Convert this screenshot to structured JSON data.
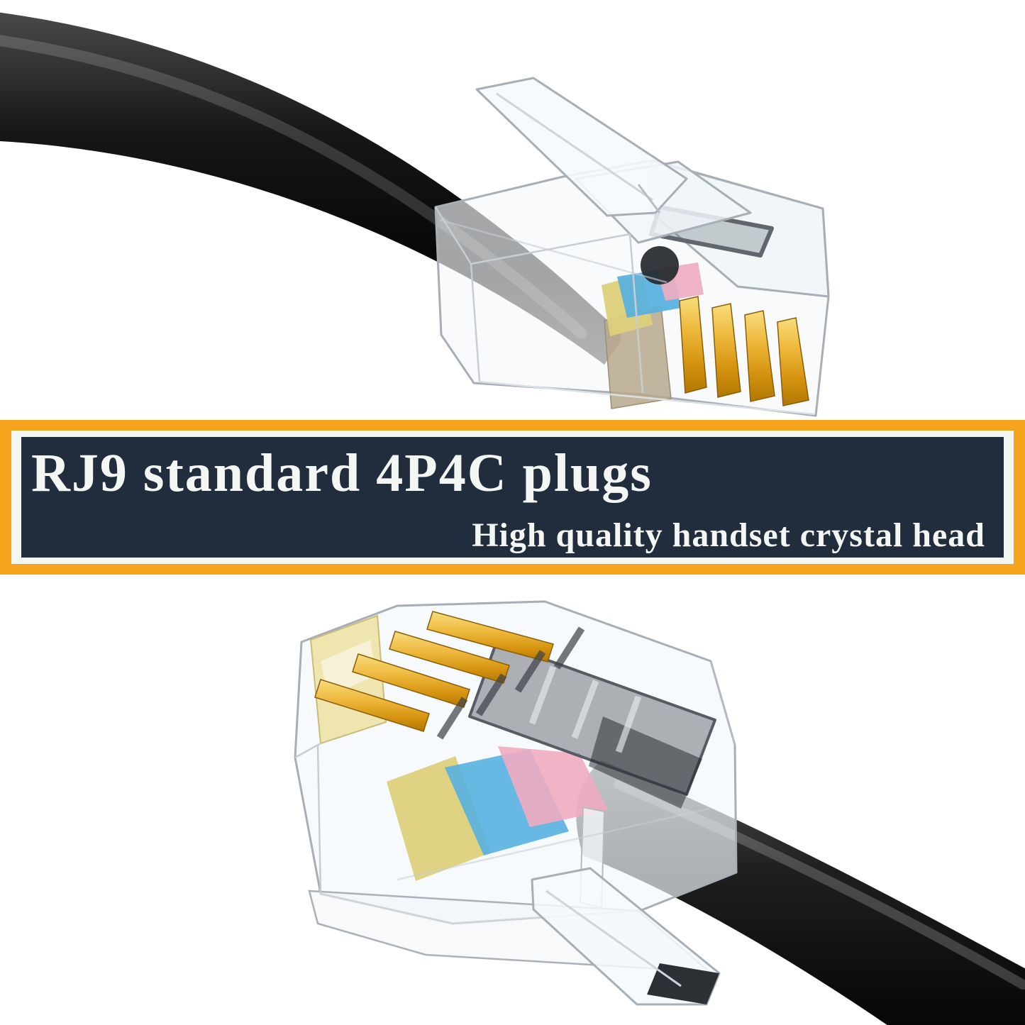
{
  "banner": {
    "title": "RJ9 standard 4P4C plugs",
    "subtitle": "High quality handset crystal head",
    "colors": {
      "frame_orange": "#F6A31E",
      "inner_white": "#F4F6F2",
      "panel_navy": "#212D3C",
      "text": "#F4F6F3"
    }
  },
  "images": {
    "top_plug": "rj9-crystal-plug-with-black-cable-side-view",
    "bottom_plug": "rj9-crystal-plug-gold-4p4c-contacts-view"
  },
  "colors": {
    "background": "#FFFFFF",
    "cable_black": "#121212",
    "clear_plastic": "#EEF3F7",
    "gold_contact": "#E2A818",
    "wire_yellow": "#DDD07A",
    "wire_blue": "#57B0E0",
    "wire_pink": "#EFACC0"
  }
}
